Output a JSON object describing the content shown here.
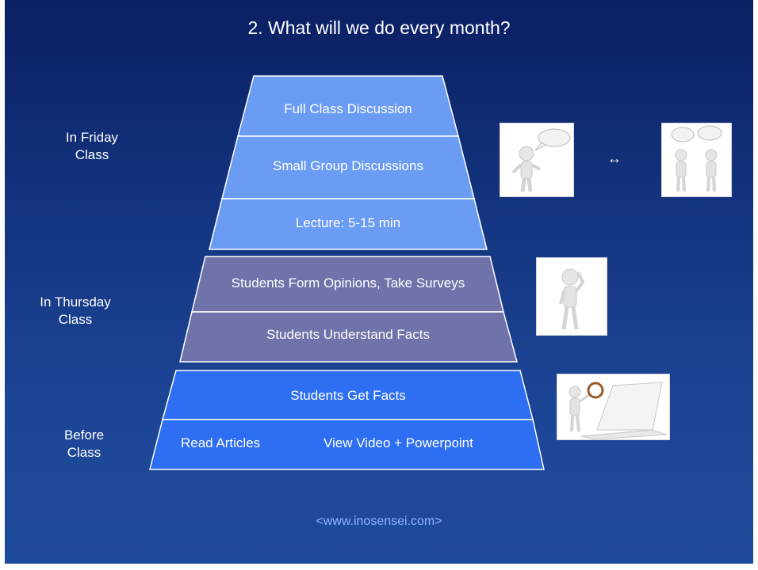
{
  "slide": {
    "title": "2. What will we do every month?",
    "footer": "<www.inosensei.com>",
    "arrow": "↔"
  },
  "groups": [
    {
      "label": "In Friday\nClass"
    },
    {
      "label": "In Thursday\nClass"
    },
    {
      "label": "Before\nClass"
    }
  ],
  "layers": [
    {
      "label": "Full Class Discussion",
      "color": "#6b9cf4"
    },
    {
      "label": "Small Group Discussions",
      "color": "#6b9cf4"
    },
    {
      "label": "Lecture: 5-15 min",
      "color": "#6b9cf4"
    },
    {
      "label": "Students Form Opinions, Take Surveys",
      "color": "#6f73a9"
    },
    {
      "label": "Students Understand Facts",
      "color": "#6f73a9"
    },
    {
      "label": "Students Get Facts",
      "color": "#2d6ef2"
    },
    {
      "label_left": "Read Articles",
      "label_right": "View Video + Powerpoint",
      "color": "#2d6ef2"
    }
  ],
  "images": [
    {
      "icon": "person-speech-bubble-icon"
    },
    {
      "icon": "two-people-talking-icon"
    },
    {
      "icon": "thinking-person-icon"
    },
    {
      "icon": "person-magnifier-laptop-icon"
    }
  ]
}
